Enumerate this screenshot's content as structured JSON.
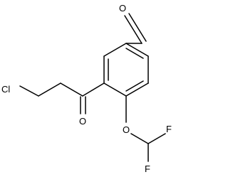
{
  "molecule": {
    "atoms": {
      "cl": "Cl",
      "o_aldehyde": "O",
      "o_ketone": "O",
      "o_ether": "O",
      "f_top": "F",
      "f_bottom": "F"
    }
  }
}
